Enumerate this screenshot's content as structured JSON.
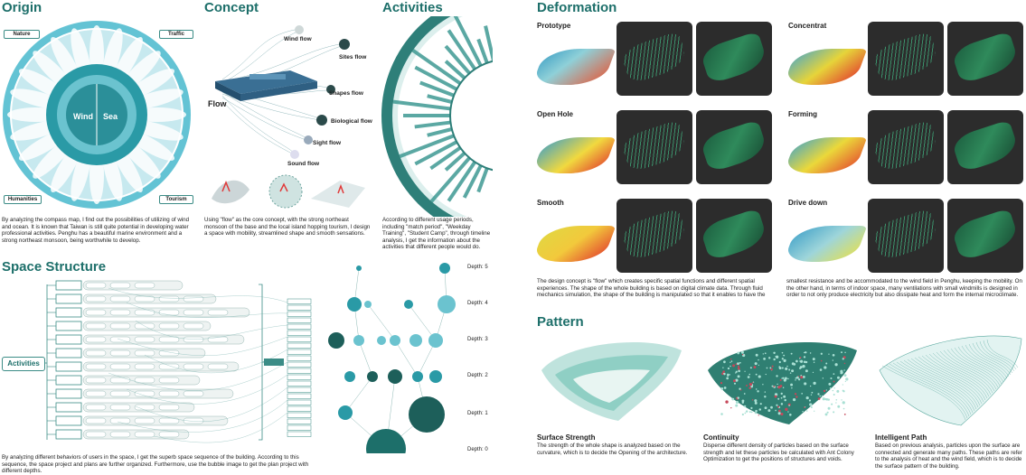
{
  "origin": {
    "title": "Origin",
    "corners": [
      "Nature",
      "Traffic",
      "Humanities",
      "Tourism"
    ],
    "center": [
      "Wind",
      "Sea"
    ],
    "paragraph": "By analyzing the compass map, I find out the possibilities of utilizing of wind and ocean. It is known that Taiwan is still quite potential in developing water professional activities. Penghu has a beautiful marine environment and a strong northeast monsoon, being worthwhile to develop."
  },
  "concept": {
    "title": "Concept",
    "flow_label": "Flow",
    "flows": [
      "Wind flow",
      "Sites flow",
      "Shapes flow",
      "Biological flow",
      "Sight flow",
      "Sound flow"
    ],
    "paragraph": "Using \"flow\" as the core concept, with the strong northeast monsoon of the base and the local island hopping tourism, I design a space with mobility, streamlined shape and smooth sensations."
  },
  "activities": {
    "title": "Activities",
    "paragraph": "According to different usage periods, including \"match period\", \"Weekday Training\", \"Student Camp\", through timeline analysis, I get the information about the activities that different people would do."
  },
  "space_structure": {
    "title": "Space Structure",
    "root_label": "Activities",
    "depths": [
      "Depth: 5",
      "Depth: 4",
      "Depth: 3",
      "Depth: 2",
      "Depth: 1",
      "Depth: 0"
    ],
    "paragraph": "By analyzing different behaviors of users in the space, I get the superb space sequence of the building. According to this sequence, the space project and plans are further organized. Furthermore, use the bubble image to get the plan project with different depths."
  },
  "deformation": {
    "title": "Deformation",
    "stages": [
      "Prototype",
      "Concentrat",
      "Open Hole",
      "Forming",
      "Smooth",
      "Drive down"
    ],
    "paragraph_left": "The design concept is \"flow\" which creates specific spatial functions and different spatial experiences. The shape of the whole building is based on digital climate data. Through fluid mechanics simulation, the shape of the building is manipulated so that it enables to have the",
    "paragraph_right": "smallest resistance and be accommodated to the wind field in Penghu, keeping the mobility. On the other hand, in terms of indoor space, many ventilations with small windmills is designed in order to not only produce electricity but also dissipate heat and form the internal microclimate."
  },
  "pattern": {
    "title": "Pattern",
    "items": [
      {
        "name": "Surface Strength",
        "text": "The strength of the whole shape is analyzed based on the curvature, which is to decide the Opening of the architecture."
      },
      {
        "name": "Continuity",
        "text": "Disperse different density of particles based on the surface strength and let these particles be calculated with Ant Colony Optimization to get the positions of structures and voids."
      },
      {
        "name": "Intelligent Path",
        "text": "Based on previous analysis, particles upon the surface are connected and generate many paths. These paths are refer to the analysis of heat and the wind field, which is to decide the surface pattern of the building."
      }
    ]
  },
  "colors": {
    "accent": "#1d6f6a",
    "teal": "#3fb3bd",
    "dark_tile": "#2c2c2c"
  }
}
